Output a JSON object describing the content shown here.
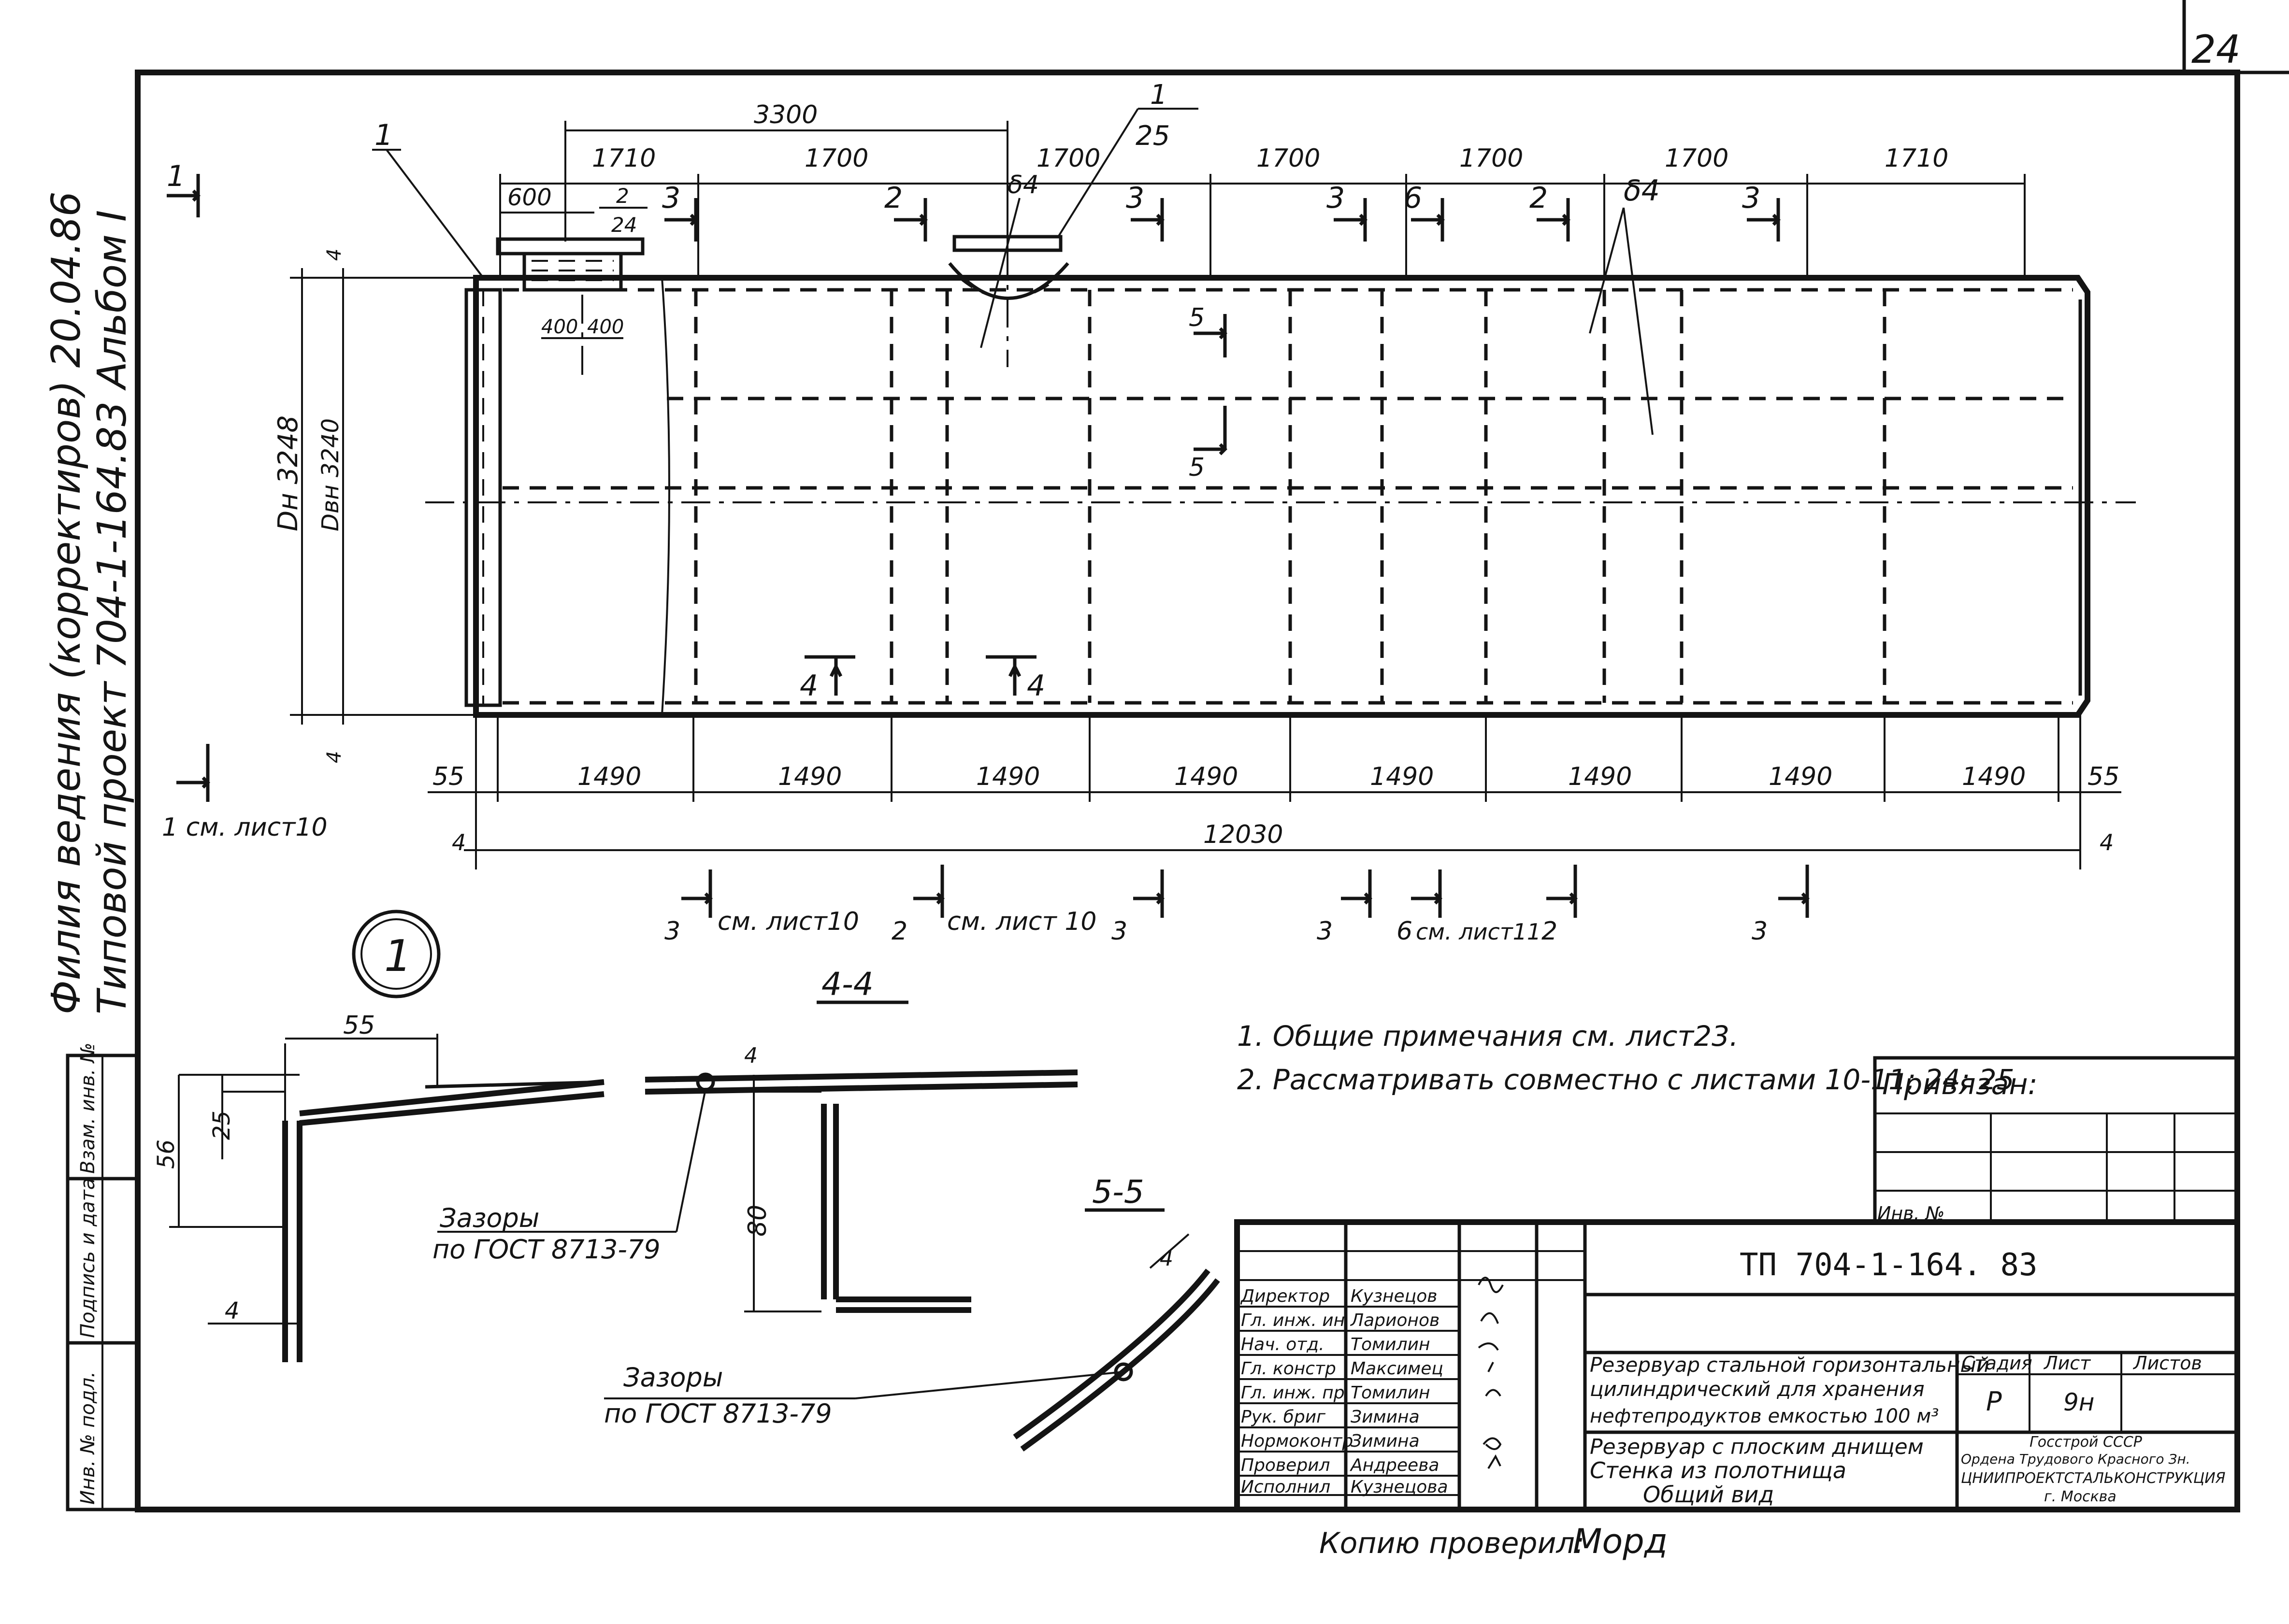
{
  "page": {
    "number": "24"
  },
  "margin": {
    "archive_note": "Филия ведения (корректиров) 20.04.86",
    "project_label": "Типовой проект 704-1-164.83  Альбом I",
    "side_fields": [
      "Инв. № подл.",
      "Подпись и дата",
      "Взам. инв. №"
    ]
  },
  "elevation": {
    "top_dims": [
      "600",
      "1710",
      "1700",
      "1700",
      "1700",
      "1700",
      "1700",
      "1710"
    ],
    "overall_top": "3300",
    "nozzle_dims": [
      "400",
      "400"
    ],
    "callouts": {
      "left_detail": "1",
      "right_detail": "1",
      "right_sheet": "25",
      "left_ref_num": "2",
      "left_ref_sheet": "24",
      "delta_small": "δ4",
      "delta_big": "δ4"
    },
    "height_dims": [
      "Dн 3248",
      "Dвн 3240"
    ],
    "thickness_marks": [
      "4",
      "4"
    ],
    "bottom_dims": [
      "55",
      "1490",
      "1490",
      "1490",
      "1490",
      "1490",
      "1490",
      "1490",
      "1490",
      "55"
    ],
    "overall_length": "12030",
    "end_marks": [
      "4",
      "4"
    ],
    "section_marks_top": [
      {
        "num": "1",
        "note": ""
      },
      {
        "num": "3",
        "note": ""
      },
      {
        "num": "2",
        "note": ""
      },
      {
        "num": "3",
        "note": ""
      },
      {
        "num": "3",
        "note": ""
      },
      {
        "num": "6",
        "note": ""
      },
      {
        "num": "2",
        "note": ""
      },
      {
        "num": "3",
        "note": ""
      }
    ],
    "section_5": [
      "5",
      "5"
    ],
    "section_4": [
      "4",
      "4"
    ],
    "section_1_note": "1 см. лист10",
    "bottom_section_marks": [
      {
        "num": "3",
        "note": "см. лист10"
      },
      {
        "num": "2",
        "note": "см. лист 10"
      },
      {
        "num": "3",
        "note": ""
      },
      {
        "num": "3",
        "note": ""
      },
      {
        "num": "6",
        "note": "см. лист11"
      },
      {
        "num": "2",
        "note": ""
      },
      {
        "num": "3",
        "note": ""
      }
    ]
  },
  "details": {
    "node1": {
      "label": "1",
      "dims": [
        "55",
        "25",
        "56",
        "4"
      ]
    },
    "section44": {
      "title": "4-4",
      "dims": [
        "4",
        "80"
      ],
      "gap_label": "Зазоры",
      "gap_std": "по ГОСТ 8713-79"
    },
    "section55": {
      "title": "5-5",
      "dims": [
        "4"
      ],
      "gap_label": "Зазоры",
      "gap_std": "по ГОСТ 8713-79"
    }
  },
  "notes": [
    "1. Общие примечания см. лист23.",
    "2. Рассматривать совместно с листами 10-11; 24; 25"
  ],
  "binding": {
    "label": "Привязан:",
    "inv_label": "Инв. №"
  },
  "titleblock": {
    "designation": "ТП  704-1-164. 83",
    "staff": [
      {
        "role": "Директор",
        "name": "Кузнецов"
      },
      {
        "role": "Гл. инж. ин",
        "name": "Ларионов"
      },
      {
        "role": "Нач. отд.",
        "name": "Томилин"
      },
      {
        "role": "Гл. констр",
        "name": "Максимец"
      },
      {
        "role": "Гл. инж. пр",
        "name": "Томилин"
      },
      {
        "role": "Рук. бриг",
        "name": "Зимина"
      },
      {
        "role": "Нормоконтр",
        "name": "Зимина"
      },
      {
        "role": "Проверил",
        "name": "Андреева"
      },
      {
        "role": "Исполнил",
        "name": "Кузнецова"
      }
    ],
    "object_lines": [
      "Резервуар стальной горизонтальный",
      "цилиндрический для хранения",
      "нефтепродуктов емкостью 100 м³"
    ],
    "sheet_lines": [
      "Резервуар с плоским днищем",
      "Стенка из полотнища",
      "Общий вид"
    ],
    "stage_header": "Стадия",
    "sheet_header": "Лист",
    "sheets_header": "Листов",
    "stage": "Р",
    "sheet": "9н",
    "org_lines": [
      "Госстрой СССР",
      "Ордена Трудового Красного Зн.",
      "ЦНИИПРОЕКТСТАЛЬКОНСТРУКЦИЯ",
      "г. Москва"
    ]
  },
  "copy_check": {
    "label": "Копию проверил:",
    "signature": "Морд"
  }
}
